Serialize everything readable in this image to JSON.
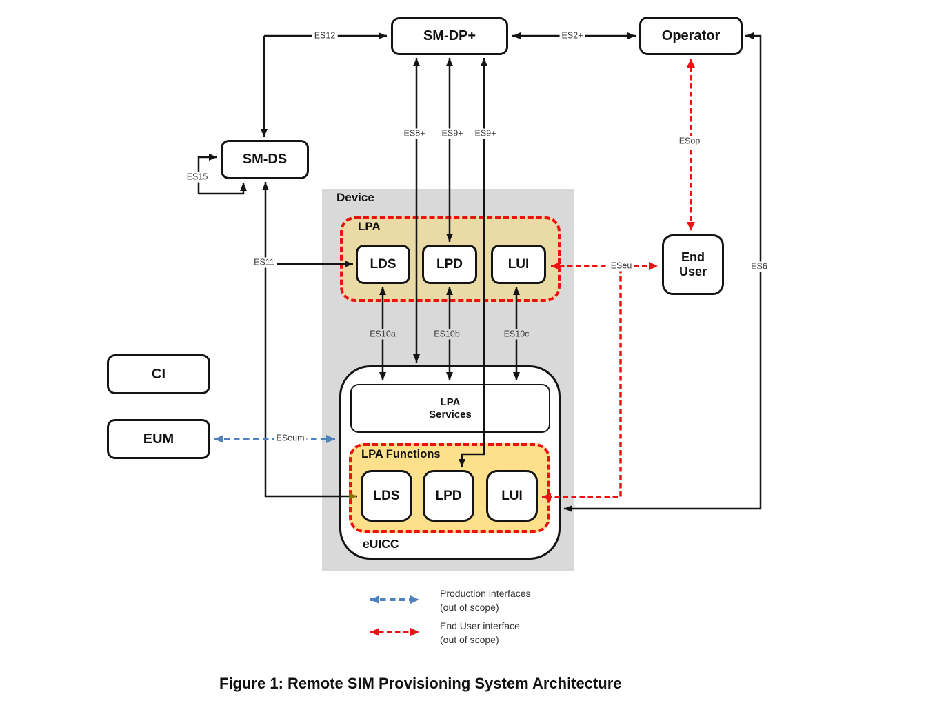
{
  "figure": {
    "caption": "Figure 1: Remote SIM Provisioning System Architecture"
  },
  "nodes": {
    "sm_dp": "SM-DP+",
    "operator": "Operator",
    "sm_ds": "SM-DS",
    "ci": "CI",
    "eum": "EUM",
    "end_user": "End User",
    "lpa_lds": "LDS",
    "lpa_lpd": "LPD",
    "lpa_lui": "LUI",
    "euicc_lds": "LDS",
    "euicc_lpd": "LPD",
    "euicc_lui": "LUI"
  },
  "regions": {
    "device": "Device",
    "lpa": "LPA",
    "lpa_services_line1": "LPA",
    "lpa_services_line2": "Services",
    "lpa_functions": "LPA Functions",
    "euicc": "eUICC"
  },
  "interfaces": {
    "es12": "ES12",
    "es2": "ES2+",
    "es8": "ES8+",
    "es9_left": "ES9+",
    "es9_right": "ES9+",
    "esop": "ESop",
    "es15": "ES15",
    "es11": "ES11",
    "eseu": "ESeu",
    "es6": "ES6",
    "es10a": "ES10a",
    "es10b": "ES10b",
    "es10c": "ES10c",
    "eseum": "ESeum"
  },
  "legend": {
    "production_line1": "Production interfaces",
    "production_line2": "(out of scope)",
    "end_user_line1": "End User interface",
    "end_user_line2": "(out of scope)"
  },
  "colors": {
    "red": "#EE1111",
    "blue": "#4F81BD",
    "line": "#141414",
    "lpa_fill": "#EADAA5",
    "lpa_functions_fill": "#FCE08C",
    "device_fill": "#D9D9D9",
    "olive_arrow": "#8A7100"
  }
}
